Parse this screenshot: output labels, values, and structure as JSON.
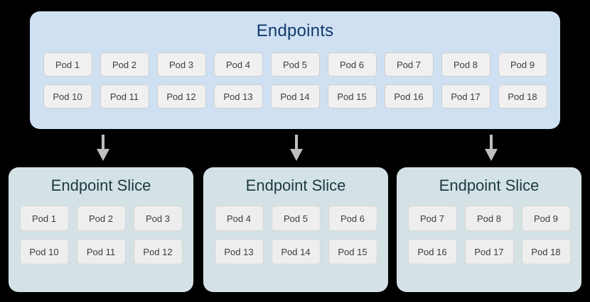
{
  "diagram": {
    "background_color": "#000000",
    "endpoints": {
      "title": "Endpoints",
      "background_color": "#cfe0f3",
      "title_color": "#123a6b",
      "rows": [
        [
          "Pod 1",
          "Pod 2",
          "Pod 3",
          "Pod 4",
          "Pod 5",
          "Pod 6",
          "Pod 7",
          "Pod 8",
          "Pod 9"
        ],
        [
          "Pod 10",
          "Pod 11",
          "Pod 12",
          "Pod 13",
          "Pod 14",
          "Pod 15",
          "Pod 16",
          "Pod 17",
          "Pod 18"
        ]
      ]
    },
    "arrows": {
      "icon": "arrow-down-icon",
      "color": "#bfbfbf",
      "count": 3
    },
    "slices": [
      {
        "title": "Endpoint Slice",
        "background_color": "#d4e2e5",
        "title_color": "#1b3a42",
        "rows": [
          [
            "Pod 1",
            "Pod 2",
            "Pod 3"
          ],
          [
            "Pod 10",
            "Pod 11",
            "Pod 12"
          ]
        ]
      },
      {
        "title": "Endpoint Slice",
        "background_color": "#d4e2e5",
        "title_color": "#1b3a42",
        "rows": [
          [
            "Pod 4",
            "Pod 5",
            "Pod 6"
          ],
          [
            "Pod 13",
            "Pod 14",
            "Pod 15"
          ]
        ]
      },
      {
        "title": "Endpoint Slice",
        "background_color": "#d4e2e5",
        "title_color": "#1b3a42",
        "rows": [
          [
            "Pod 7",
            "Pod 8",
            "Pod 9"
          ],
          [
            "Pod 16",
            "Pod 17",
            "Pod 18"
          ]
        ]
      }
    ]
  }
}
